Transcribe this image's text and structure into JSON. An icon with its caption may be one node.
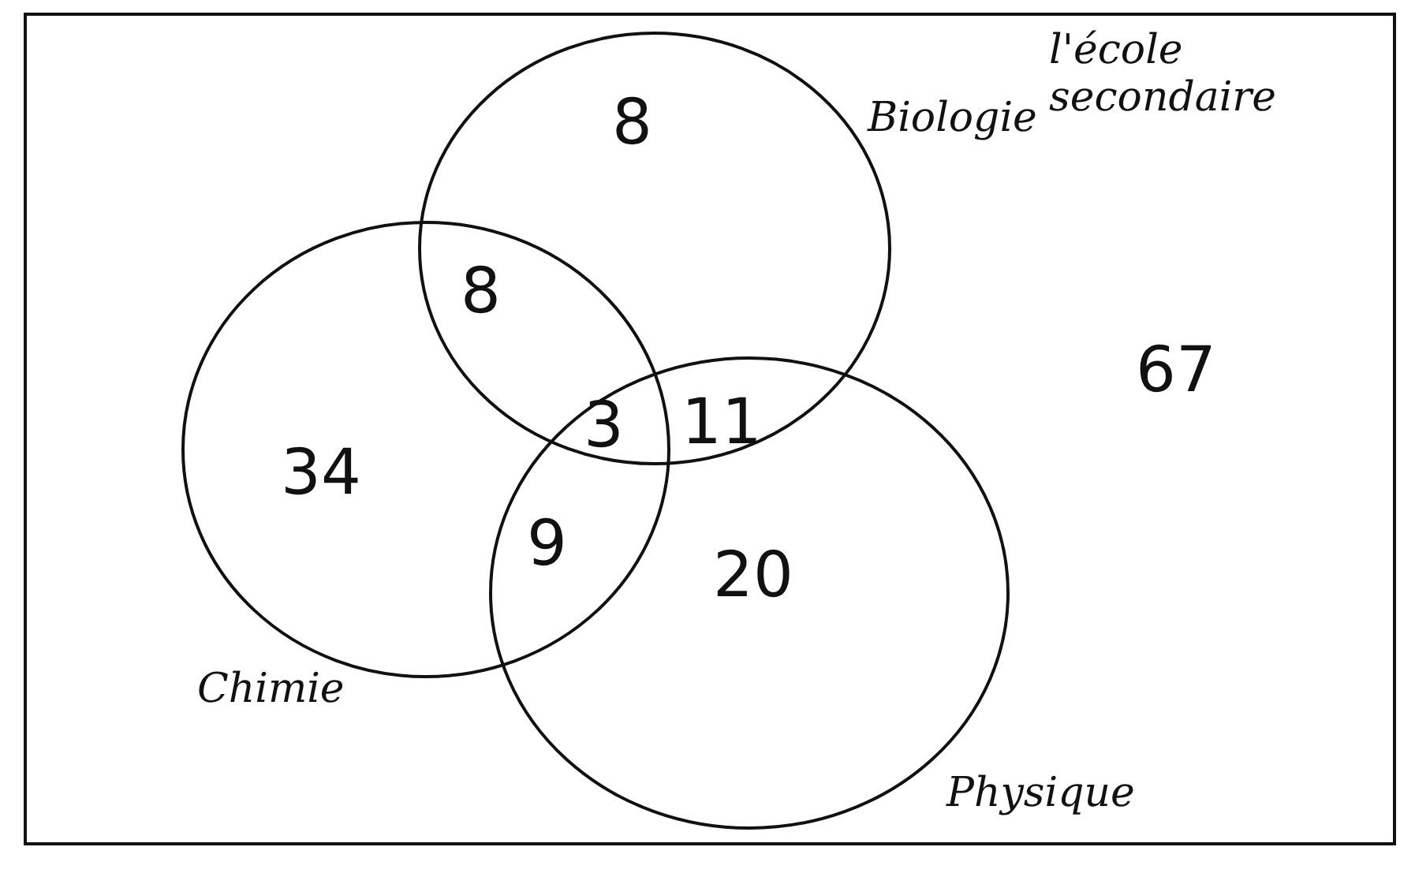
{
  "diagram": {
    "nodes": [
      {
        "text": [
          "l'école secondaire"
        ]
      },
      {
        "text": [
          "Biologie"
        ],
        "in": 0
      },
      {
        "text": [
          "Chimie"
        ],
        "in": 0
      },
      {
        "text": [
          "Physique"
        ],
        "in": 0
      }
    ],
    "labels": [
      "8",
      "8",
      "67",
      "3",
      "11",
      "34",
      "9",
      "20"
    ]
  }
}
